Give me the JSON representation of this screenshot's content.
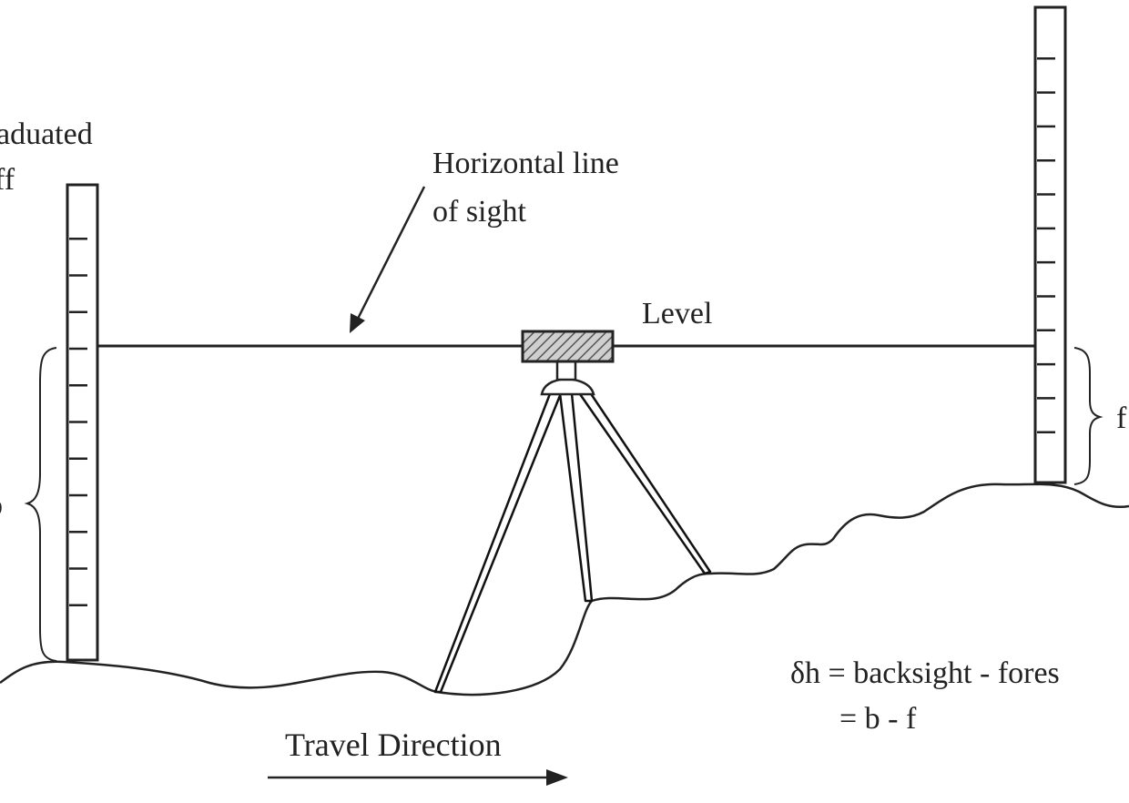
{
  "labels": {
    "staff_line1": "aduated",
    "staff_line2": "ff",
    "sight_line1": "Horizontal line",
    "sight_line2": "of sight",
    "level": "Level",
    "backsight_symbol": "b",
    "foresight_symbol": "f",
    "formula_line1": "δh = backsight - fores",
    "formula_line2": "= b - f",
    "travel": "Travel Direction"
  },
  "staffs": {
    "left_ticks": 11,
    "right_ticks": 12
  },
  "colors": {
    "ink": "#222222",
    "foresight_label": "#7a1e1e",
    "instrument_hatch": "#555555"
  }
}
